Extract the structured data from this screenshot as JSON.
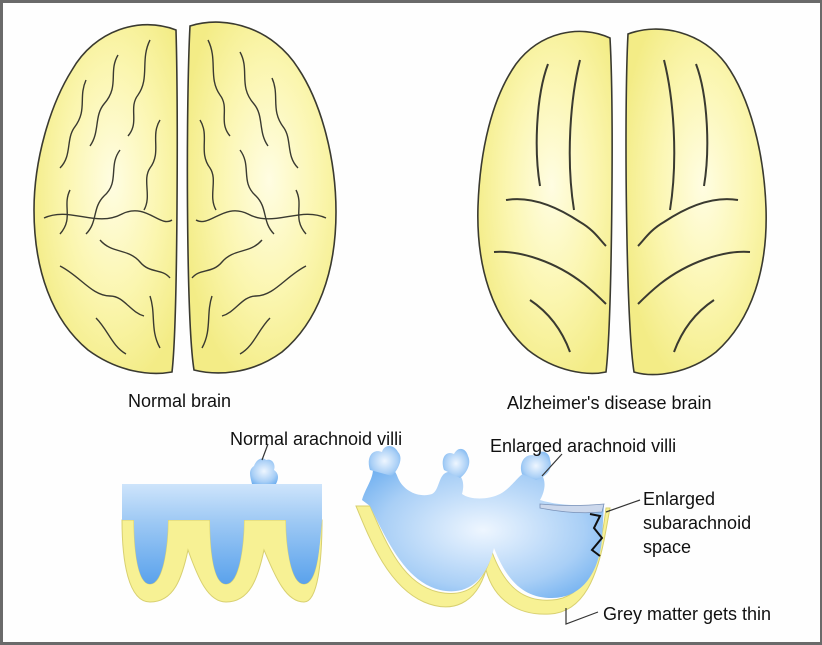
{
  "labels": {
    "normal_brain": "Normal brain",
    "alzheimers_brain": "Alzheimer's disease brain",
    "normal_villi": "Normal arachnoid villi",
    "enlarged_villi": "Enlarged arachnoid villi",
    "enlarged_space_line1": "Enlarged",
    "enlarged_space_line2": "subarachnoid",
    "enlarged_space_line3": "space",
    "grey_matter": "Grey matter gets thin"
  },
  "colors": {
    "brain_fill": "#f7f194",
    "brain_highlight": "#fffde0",
    "brain_stroke": "#3a3a30",
    "csf_blue": "#6aaef0",
    "csf_light": "#e6f2ff",
    "frame": "#6a6a6a"
  }
}
